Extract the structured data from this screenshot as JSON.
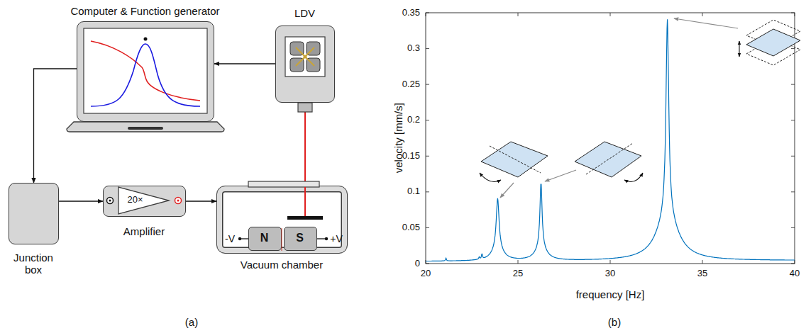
{
  "diagram": {
    "nodes": [
      {
        "text": [
          "Computer & Function generator"
        ]
      },
      {
        "text": [
          "LDV"
        ]
      },
      {
        "text": [
          "Junction box"
        ]
      },
      {
        "text": [
          "20×",
          "Amplifier"
        ]
      },
      {
        "text": [
          "Vacuum chamber"
        ]
      },
      {
        "text": [
          "N"
        ],
        "in": 4
      },
      {
        "text": [
          "S"
        ],
        "in": 4
      }
    ],
    "edges": [
      {
        "from": 1,
        "to": 0,
        "arrow": "to"
      },
      {
        "from": 0,
        "to": 2,
        "arrow": "to"
      },
      {
        "from": 2,
        "to": 3,
        "arrow": "to"
      },
      {
        "from": 3,
        "to": 4,
        "arrow": "to"
      },
      {
        "from": 1,
        "to": 4,
        "arrow": "none"
      }
    ],
    "labels": [
      "-V",
      "+V",
      "(a)",
      "0",
      "0.05",
      "0.1",
      "0.15",
      "0.2",
      "0.25",
      "0.3",
      "0.35",
      "20",
      "25",
      "30",
      "35",
      "40",
      "velocity [mm/s]",
      "frequency [Hz]",
      "(b)"
    ]
  }
}
